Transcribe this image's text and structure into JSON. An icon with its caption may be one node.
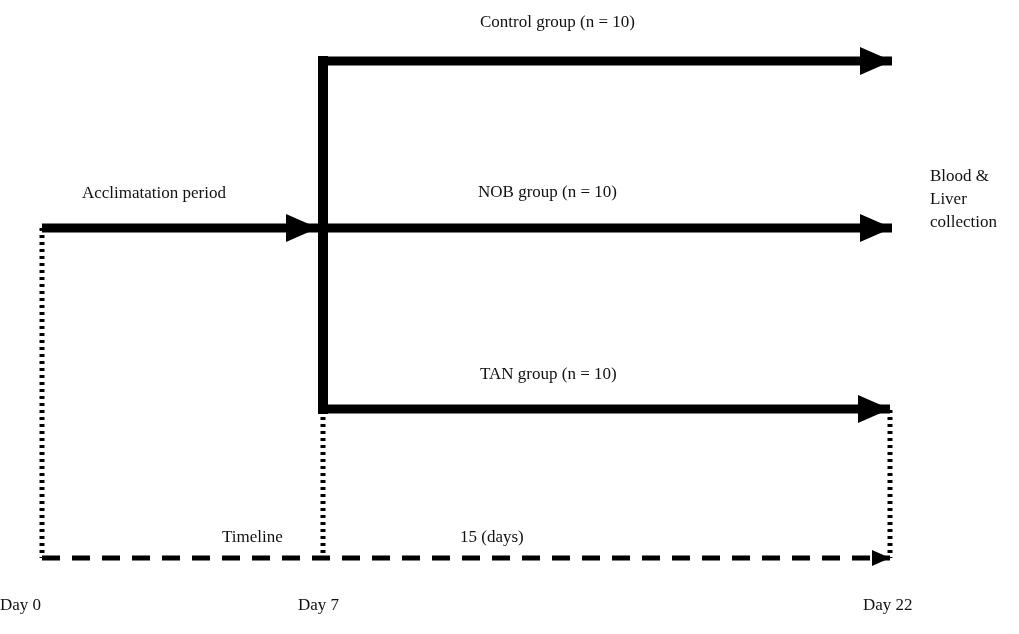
{
  "diagram": {
    "nodes": [
      {
        "text": [],
        "shape": "bar"
      },
      {
        "text": [
          "Blood & Liver collection"
        ]
      }
    ],
    "edges": [
      {
        "from": null,
        "to": 0,
        "arrow": "to",
        "label": "Acclimatation period"
      },
      {
        "from": 0,
        "to": 1,
        "arrow": "to",
        "label": "Control group (n = 10)"
      },
      {
        "from": 0,
        "to": 1,
        "arrow": "to",
        "label": "NOB group (n = 10)"
      },
      {
        "from": 0,
        "to": null,
        "arrow": "to",
        "label": "TAN group (n = 10)"
      }
    ],
    "labels": [
      "Timeline",
      "15 (days)",
      "Day 0",
      "Day 7",
      "Day 22"
    ]
  }
}
